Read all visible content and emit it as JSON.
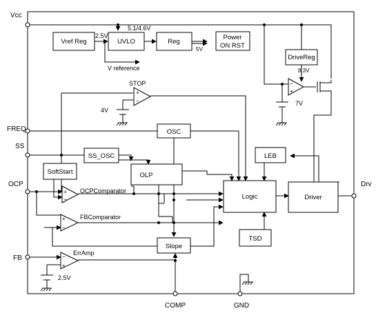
{
  "pins": {
    "vcc": "Vcc",
    "freq": "FREQ",
    "ss": "SS",
    "ocp": "OCP",
    "fb": "FB",
    "drv": "Drv",
    "comp": "COMP",
    "gnd": "GND"
  },
  "blocks": {
    "vref_reg": "Vref Reg",
    "uvlo": "UVLO",
    "reg": "Reg",
    "power_on_rst_line1": "Power",
    "power_on_rst_line2": "ON RST",
    "drive_reg": "DriveReg",
    "osc": "OSC",
    "ss_osc": "SS_OSC",
    "softstart": "SoftStart",
    "olp": "OLP",
    "leb": "LEB",
    "logic": "Logic",
    "driver": "Driver",
    "tsd": "TSD",
    "slope": "Slope"
  },
  "labels": {
    "v_2_5": "2.5V",
    "uvlo_thresh": "5.1/4.6V",
    "v_5": "5V",
    "v_reference": "V reference",
    "v_8_3": "8.3V",
    "stop": "STOP",
    "v_4": "4V",
    "v_7": "7V",
    "ocp_comparator": "OCPComparator",
    "fb_comparator": "FBComparator",
    "err_amp": "ErrAmp",
    "fb_ref": "2.5V",
    "plus": "+",
    "minus": "−"
  }
}
